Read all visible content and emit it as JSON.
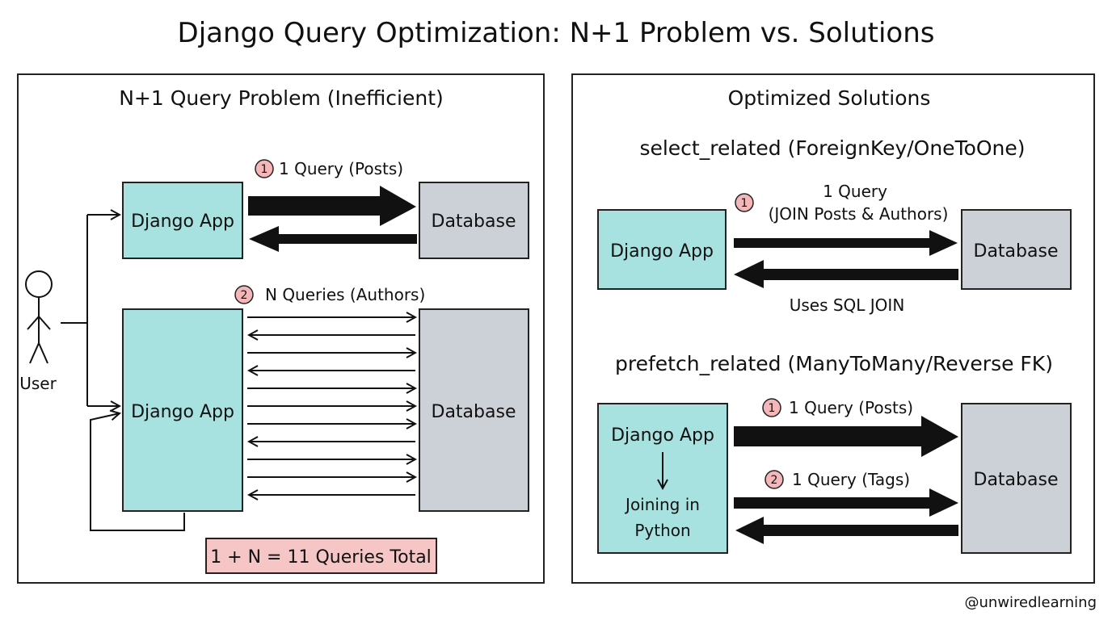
{
  "title": "Django Query Optimization: N+1 Problem vs. Solutions",
  "left_panel": {
    "heading": "N+1 Query Problem (Inefficient)",
    "user_label": "User",
    "step1": {
      "badge": "1",
      "label": "1 Query (Posts)"
    },
    "step2": {
      "badge": "2",
      "label": "N Queries (Authors)"
    },
    "app_label": "Django App",
    "db_label": "Database",
    "n_arrow_directions": [
      "right",
      "left",
      "right",
      "left",
      "right",
      "right",
      "right",
      "left",
      "right",
      "right",
      "left"
    ],
    "total": "1 + N = 11 Queries Total"
  },
  "right_panel": {
    "heading": "Optimized Solutions",
    "select_related": {
      "heading": "select_related (ForeignKey/OneToOne)",
      "badge": "1",
      "label_line1": "1 Query",
      "label_line2": "(JOIN Posts & Authors)",
      "note": "Uses SQL JOIN",
      "app_label": "Django App",
      "db_label": "Database"
    },
    "prefetch_related": {
      "heading": "prefetch_related (ManyToMany/Reverse FK)",
      "step1": {
        "badge": "1",
        "label": "1 Query (Posts)"
      },
      "step2": {
        "badge": "2",
        "label": "1 Query (Tags)"
      },
      "app_label": "Django App",
      "join_line1": "Joining in",
      "join_line2": "Python",
      "db_label": "Database"
    }
  },
  "credit": "@unwiredlearning",
  "colors": {
    "app": "#a8e2e0",
    "db": "#ccd1d8",
    "badge": "#f4b6b8",
    "total": "#f6c6c6"
  }
}
